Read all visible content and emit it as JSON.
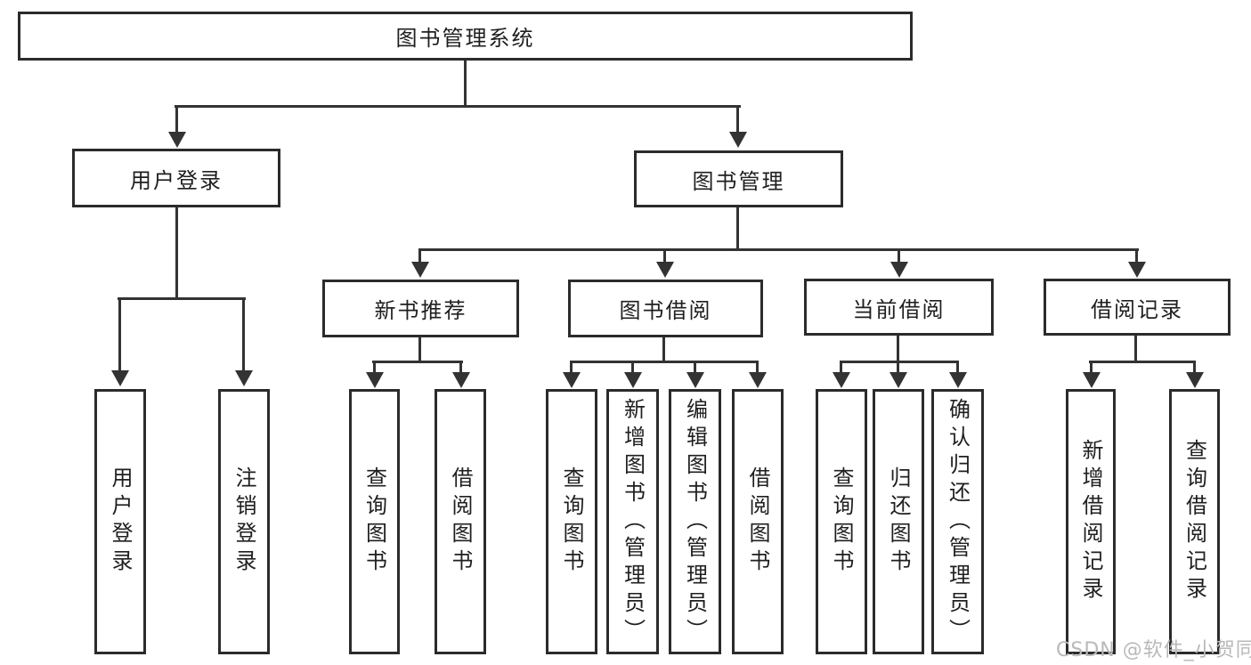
{
  "tree": {
    "root": "图书管理系统",
    "branches": [
      {
        "label": "用户登录",
        "children": [
          "用户登录",
          "注销登录"
        ]
      },
      {
        "label": "图书管理",
        "groups": [
          {
            "label": "新书推荐",
            "children": [
              "查询图书",
              "借阅图书"
            ]
          },
          {
            "label": "图书借阅",
            "children": [
              "查询图书",
              "新增图书（管理员）",
              "编辑图书（管理员）",
              "借阅图书"
            ]
          },
          {
            "label": "当前借阅",
            "children": [
              "查询图书",
              "归还图书",
              "确认归还（管理员）"
            ]
          },
          {
            "label": "借阅记录",
            "children": [
              "新增借阅记录",
              "查询借阅记录"
            ]
          }
        ]
      }
    ]
  },
  "colors": {
    "line": "#333333",
    "box_border": "#2b2b2b",
    "text": "#1f1f1f",
    "background": "#ffffff",
    "watermark": "#b9b9b9"
  },
  "watermark": {
    "text": "CSDN @软件_小贺同学"
  }
}
